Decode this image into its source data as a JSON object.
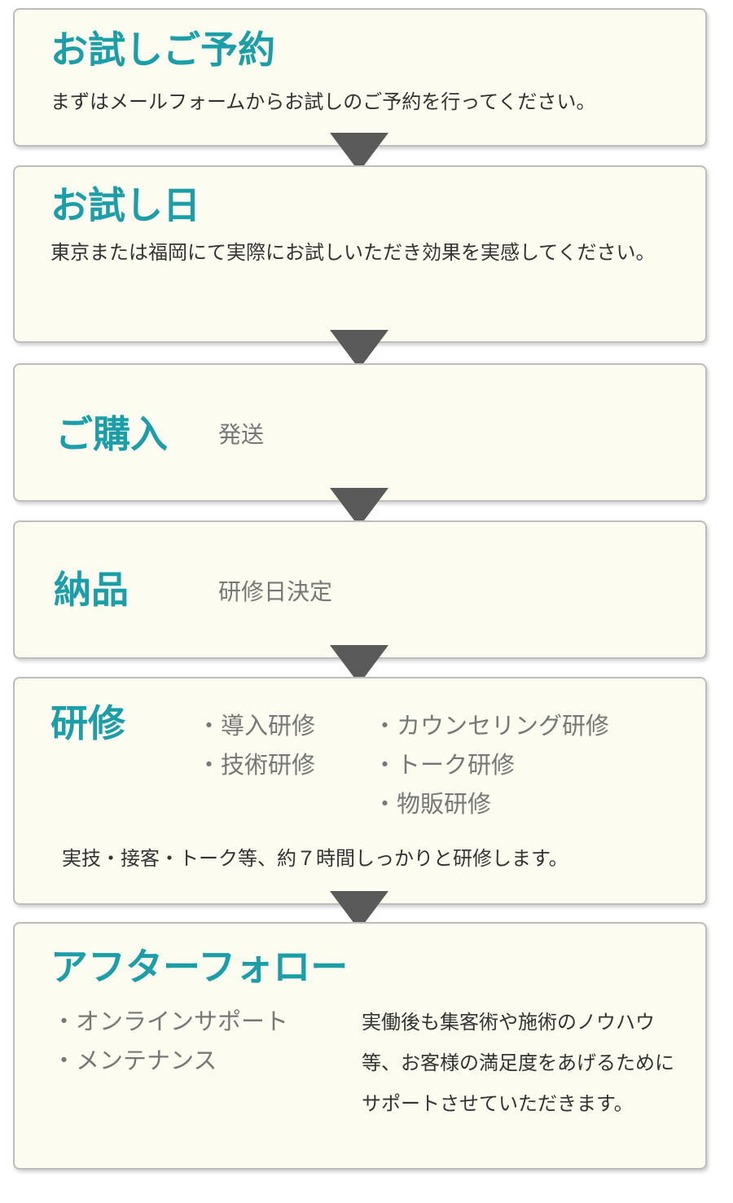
{
  "colors": {
    "title": "#1a9fa8",
    "box_bg": "#fcfcf0",
    "arrow": "#5a5a5a",
    "muted": "#777777"
  },
  "steps": [
    {
      "title": "お試しご予約",
      "desc": "まずはメールフォームからお試しのご予約を行ってください。"
    },
    {
      "title": "お試し日",
      "desc": "東京または福岡にて実際にお試しいただき効果を実感してください。"
    },
    {
      "title": "ご購入",
      "sub": "発送"
    },
    {
      "title": "納品",
      "sub": "研修日決定"
    },
    {
      "title": "研修",
      "list_a": [
        "導入研修",
        "技術研修"
      ],
      "list_b": [
        "カウンセリング研修",
        "トーク研修",
        "物販研修"
      ],
      "desc": "実技・接客・トーク等、約７時間しっかりと研修します。"
    },
    {
      "title": "アフターフォロー",
      "list_a": [
        "オンラインサポート",
        "メンテナンス"
      ],
      "desc": "実働後も集客術や施術のノウハウ等、お客様の満足度をあげるためにサポートさせていただきます。"
    }
  ]
}
